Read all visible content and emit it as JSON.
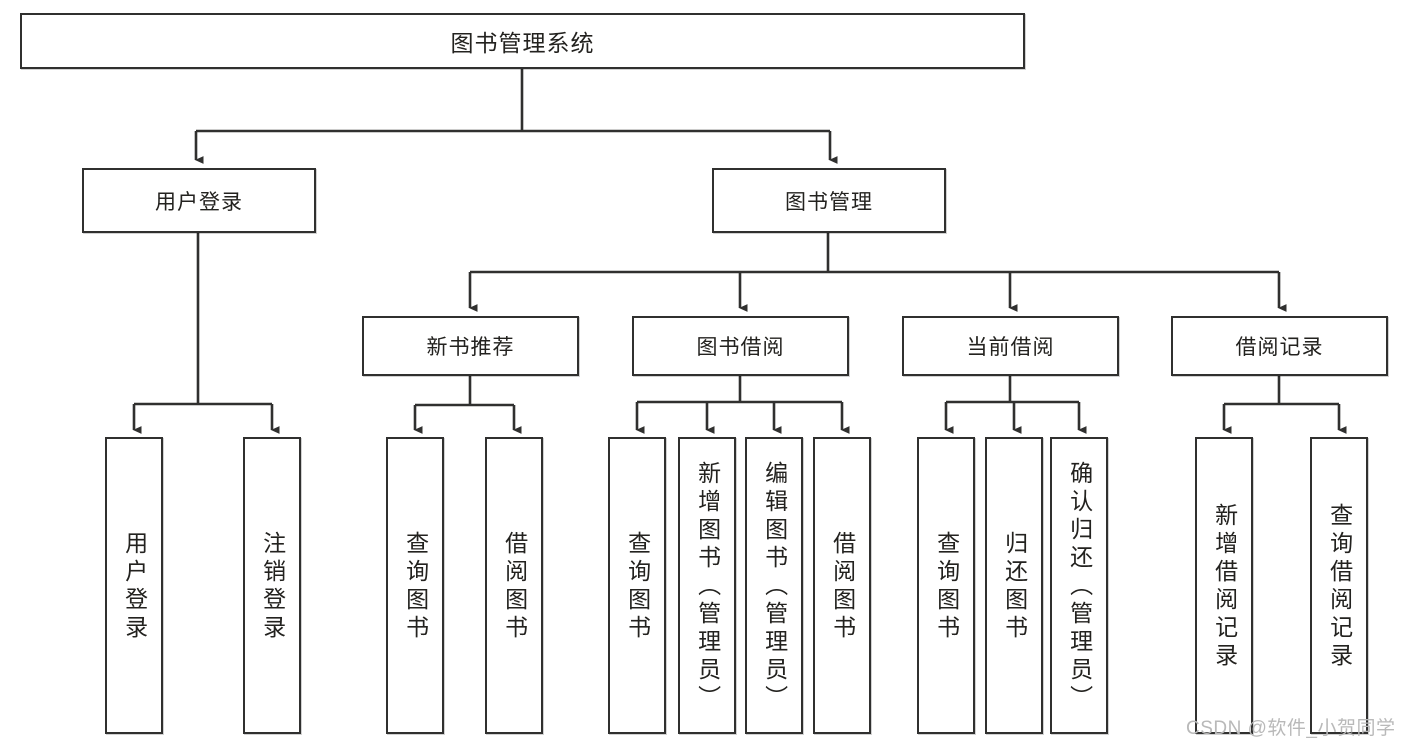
{
  "diagram": {
    "type": "tree",
    "title": "图书管理系统",
    "root": {
      "label": "图书管理系统"
    },
    "level2": [
      {
        "label": "用户登录"
      },
      {
        "label": "图书管理"
      }
    ],
    "level3": [
      {
        "label": "新书推荐"
      },
      {
        "label": "图书借阅"
      },
      {
        "label": "当前借阅"
      },
      {
        "label": "借阅记录"
      }
    ],
    "leaves": {
      "user_login": [
        {
          "label": "用户登录"
        },
        {
          "label": "注销登录"
        }
      ],
      "new_book_recommend": [
        {
          "label": "查询图书"
        },
        {
          "label": "借阅图书"
        }
      ],
      "book_borrow": [
        {
          "label": "查询图书"
        },
        {
          "label": "新增图书（管理员）"
        },
        {
          "label": "编辑图书（管理员）"
        },
        {
          "label": "借阅图书"
        }
      ],
      "current_borrow": [
        {
          "label": "查询图书"
        },
        {
          "label": "归还图书"
        },
        {
          "label": "确认归还（管理员）"
        }
      ],
      "borrow_record": [
        {
          "label": "新增借阅记录"
        },
        {
          "label": "查询借阅记录"
        }
      ]
    }
  },
  "watermark": {
    "text": "CSDN @软件_小贺同学"
  },
  "colors": {
    "border": "#30302f",
    "text": "#23221f",
    "background": "#ffffff",
    "watermark": "#b9b9b9"
  }
}
